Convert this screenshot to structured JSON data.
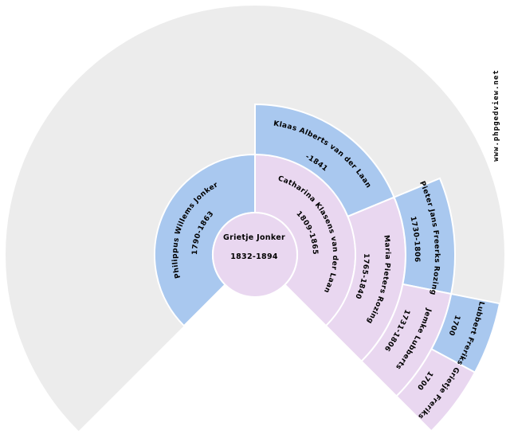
{
  "chart": {
    "type": "genealogy-fan-chart",
    "colors": {
      "male": "#a9c8ef",
      "female": "#e9d7f0",
      "empty": "#ececec",
      "background": "#ffffff",
      "border": "#ffffff",
      "text": "#000000"
    },
    "center_person": {
      "name": "Grietje Jonker",
      "dates": "1832-1894",
      "sex": "F"
    },
    "ancestors": [
      {
        "generation": 1,
        "sex": "M",
        "name": "Philippus Willems Jonker",
        "dates": "1790-1863"
      },
      {
        "generation": 1,
        "sex": "F",
        "name": "Catharina Klasens van der Laan",
        "dates": "1809-1865"
      },
      {
        "generation": 2,
        "sex": "M",
        "name": "Klaas Alberts van der Laan",
        "dates": "-1841"
      },
      {
        "generation": 2,
        "sex": "F",
        "name": "Maria Pieters Rozing",
        "dates": "1765-1840"
      },
      {
        "generation": 3,
        "sex": "M",
        "name": "Pieter Jans Freerks Rozing",
        "dates": "1730-1806"
      },
      {
        "generation": 3,
        "sex": "F",
        "name": "Jemke Lubberts",
        "dates": "1731-1806"
      },
      {
        "generation": 4,
        "sex": "M",
        "name": "Lubbert Freriks",
        "dates": "1700"
      },
      {
        "generation": 4,
        "sex": "F",
        "name": "Grietje Freriks",
        "dates": "1700"
      }
    ],
    "watermark": "www.phpgedview.net"
  }
}
